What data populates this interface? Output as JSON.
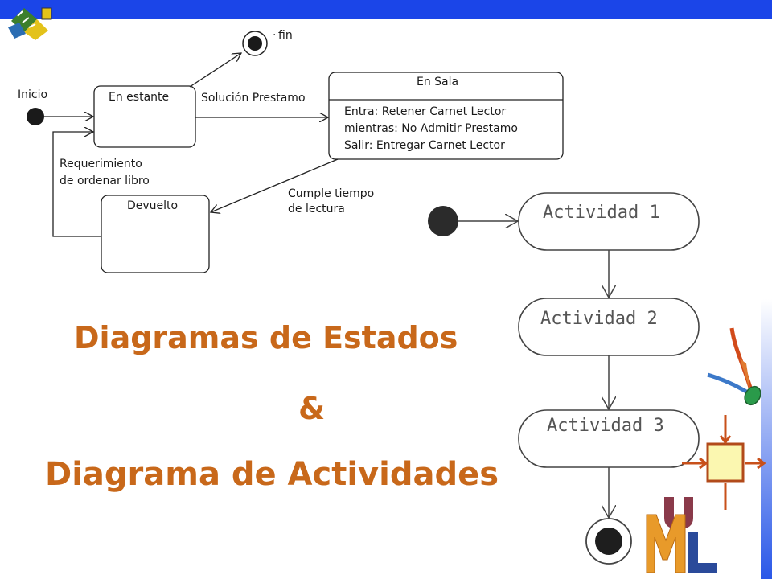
{
  "state_diagram": {
    "initial_label": "Inicio",
    "final_label": "fin",
    "states": {
      "en_estante": "En estante",
      "en_sala_title": "En Sala",
      "en_sala_lines": [
        "Entra: Retener Carnet Lector",
        "mientras: No Admitir Prestamo",
        "Salir: Entregar Carnet Lector"
      ],
      "devuelto": "Devuelto"
    },
    "transitions": {
      "solucion": "Solución Prestamo",
      "requerimiento_1": "Requerimiento",
      "requerimiento_2": "de ordenar libro",
      "cumple_1": "Cumple tiempo",
      "cumple_2": "de lectura"
    }
  },
  "activity_diagram": {
    "activities": [
      "Actividad 1",
      "Actividad 2",
      "Actividad 3"
    ]
  },
  "titles": {
    "line1": "Diagramas de Estados",
    "line2": "&",
    "line3": "Diagrama de Actividades"
  },
  "colors": {
    "top_bar": "#1b45e8",
    "title": "#c8681a"
  },
  "icons": {
    "corner_logo": "puzzle-logo-icon",
    "uml_logo": "uml-logo-icon",
    "module": "module-box-icon",
    "arrow": "pointer-arrow-icon"
  }
}
